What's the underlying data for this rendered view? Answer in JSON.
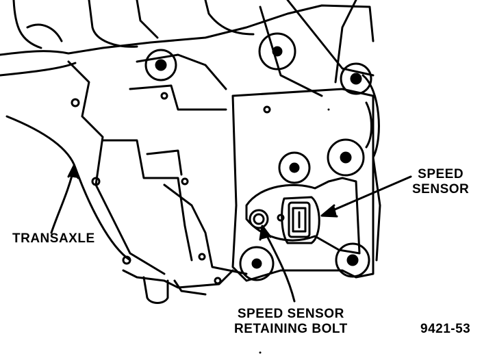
{
  "labels": {
    "transaxle": "TRANSAXLE",
    "speed_sensor_line1": "SPEED",
    "speed_sensor_line2": "SENSOR",
    "bolt_line1": "SPEED SENSOR",
    "bolt_line2": "RETAINING BOLT",
    "figure_number": "9421-53"
  }
}
